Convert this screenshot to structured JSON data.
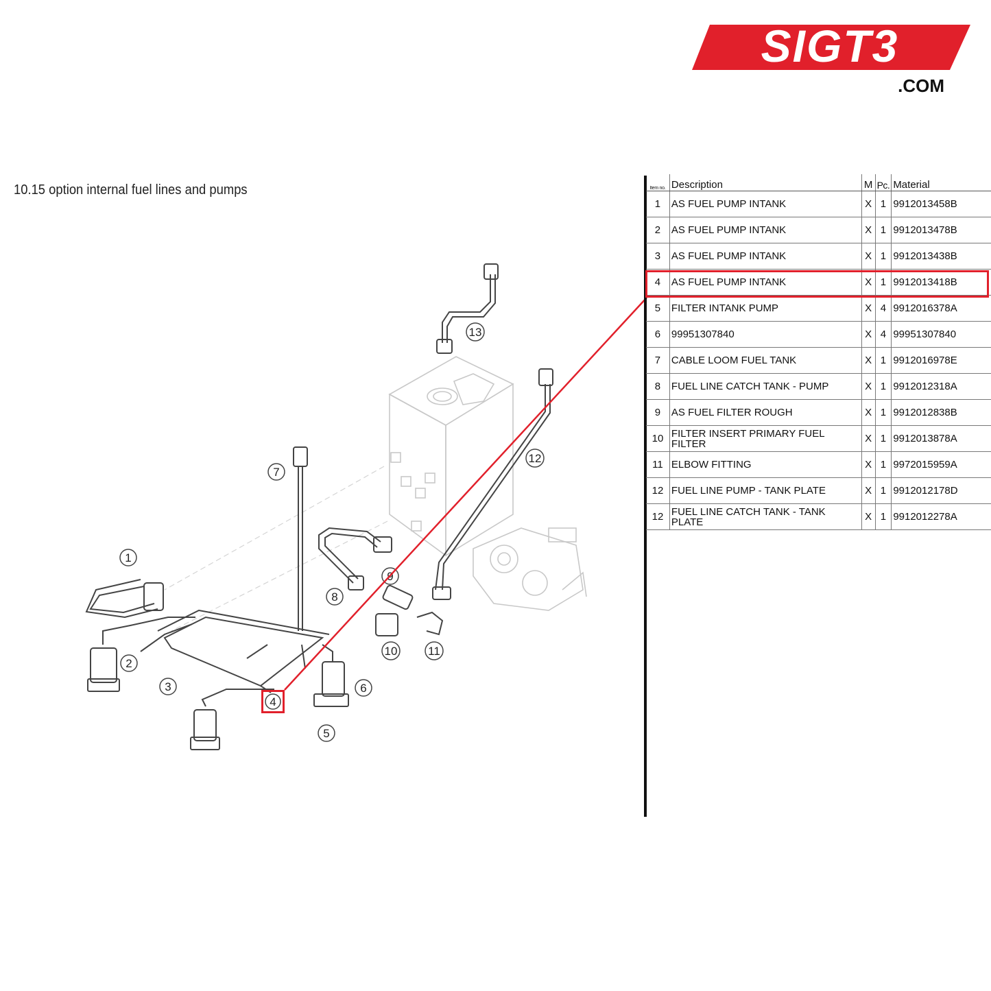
{
  "brand": {
    "logo_text": "SIGT3",
    "domain_text": ".COM",
    "color": "#e1202b"
  },
  "section": {
    "title": "10.15  option internal fuel lines and pumps"
  },
  "table": {
    "headers": {
      "item": "Item no.",
      "description": "Description",
      "m": "M",
      "pc": "Pc.",
      "material": "Material"
    },
    "rows": [
      {
        "item": "1",
        "description": "AS FUEL PUMP INTANK",
        "m": "X",
        "pc": "1",
        "material": "9912013458B"
      },
      {
        "item": "2",
        "description": "AS FUEL PUMP INTANK",
        "m": "X",
        "pc": "1",
        "material": "9912013478B"
      },
      {
        "item": "3",
        "description": "AS FUEL PUMP INTANK",
        "m": "X",
        "pc": "1",
        "material": "9912013438B"
      },
      {
        "item": "4",
        "description": "AS FUEL PUMP INTANK",
        "m": "X",
        "pc": "1",
        "material": "9912013418B"
      },
      {
        "item": "5",
        "description": "FILTER INTANK PUMP",
        "m": "X",
        "pc": "4",
        "material": "9912016378A"
      },
      {
        "item": "6",
        "description": "99951307840",
        "m": "X",
        "pc": "4",
        "material": "99951307840"
      },
      {
        "item": "7",
        "description": "CABLE LOOM FUEL TANK",
        "m": "X",
        "pc": "1",
        "material": "9912016978E"
      },
      {
        "item": "8",
        "description": "FUEL LINE CATCH TANK - PUMP",
        "m": "X",
        "pc": "1",
        "material": "9912012318A"
      },
      {
        "item": "9",
        "description": "AS FUEL FILTER ROUGH",
        "m": "X",
        "pc": "1",
        "material": "9912012838B"
      },
      {
        "item": "10",
        "description": "FILTER INSERT PRIMARY FUEL FILTER",
        "m": "X",
        "pc": "1",
        "material": "9912013878A"
      },
      {
        "item": "11",
        "description": "ELBOW FITTING",
        "m": "X",
        "pc": "1",
        "material": "9972015959A"
      },
      {
        "item": "12",
        "description": "FUEL LINE PUMP - TANK PLATE",
        "m": "X",
        "pc": "1",
        "material": "9912012178D"
      },
      {
        "item": "12",
        "description": "FUEL LINE CATCH TANK - TANK PLATE",
        "m": "X",
        "pc": "1",
        "material": "9912012278A"
      }
    ],
    "highlighted_item": "4"
  },
  "callouts": [
    "1",
    "2",
    "3",
    "4",
    "5",
    "6",
    "7",
    "8",
    "9",
    "10",
    "11",
    "12",
    "13"
  ],
  "colors": {
    "highlight": "#e1202b",
    "line_art": "#444444",
    "faded_art": "#c8c8c8"
  }
}
